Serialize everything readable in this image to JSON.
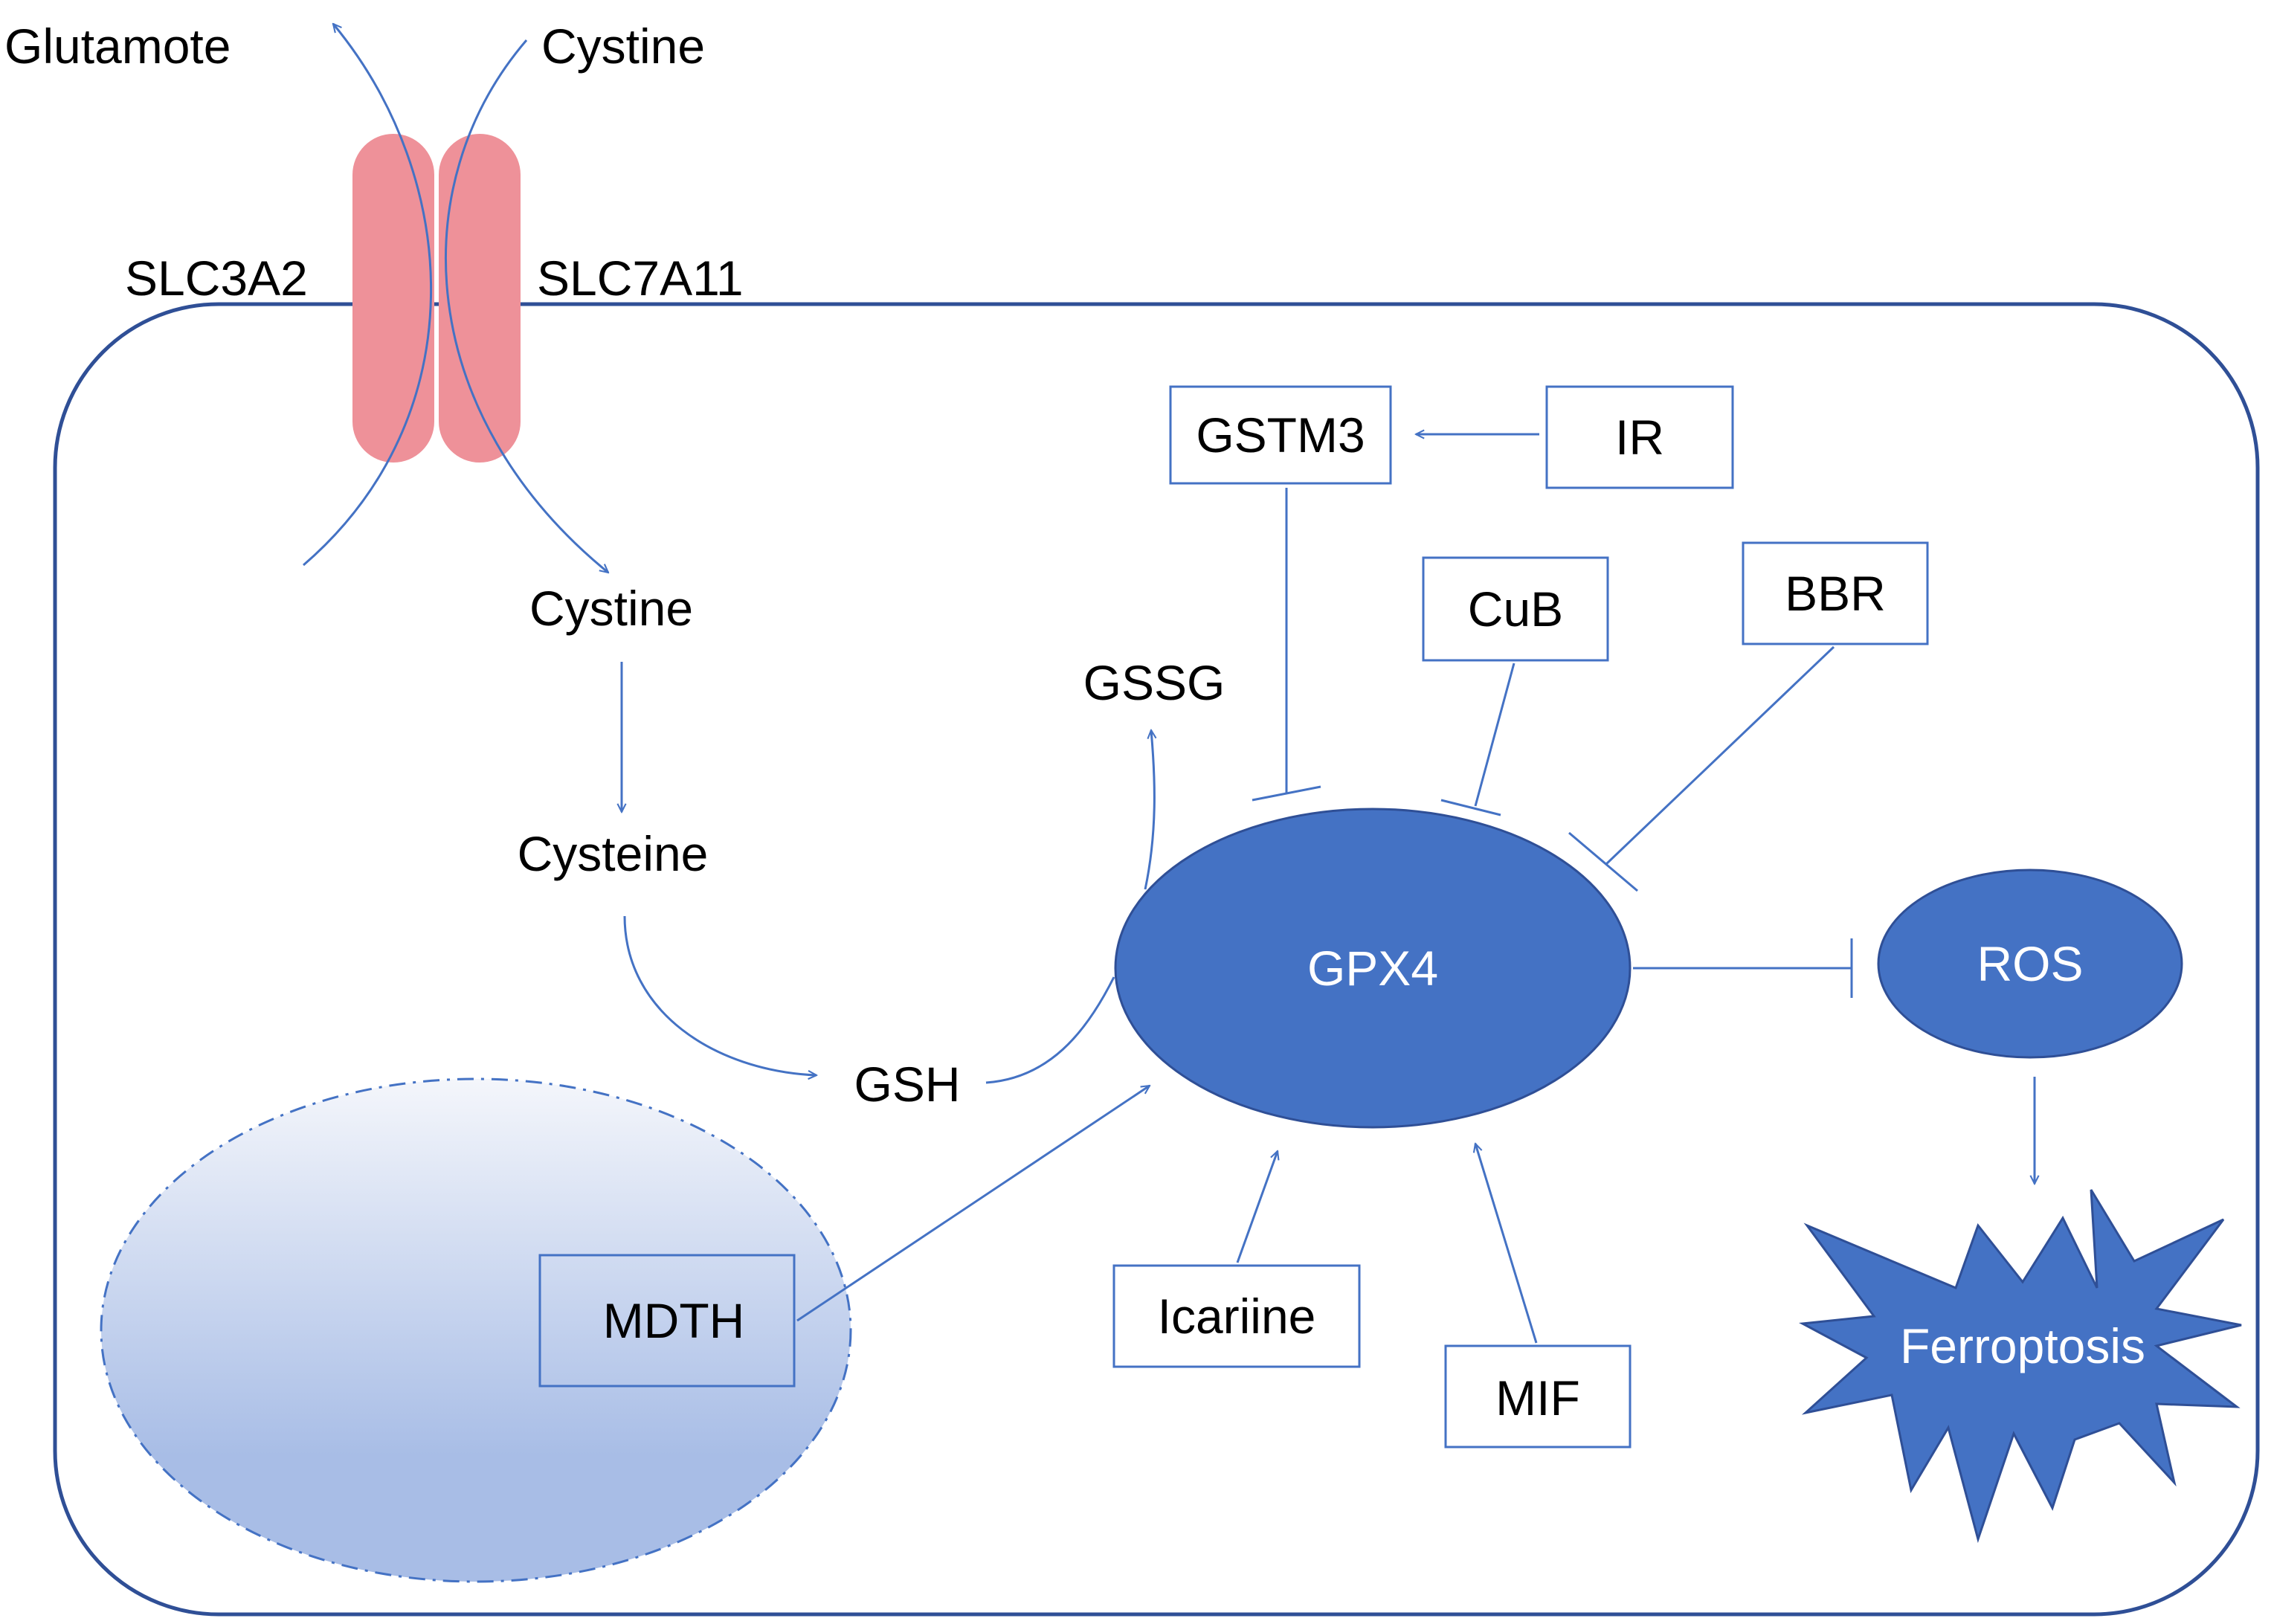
{
  "colors": {
    "accent": "#4472C4",
    "membrane": "#2F4F96",
    "transporter": "#EE9199",
    "nucleus_top": "#F4F6FB",
    "nucleus_bottom": "#A8BDE6",
    "node_text": "#FFFFFF",
    "text": "#000000"
  },
  "labels": {
    "glutamate": "Glutamote",
    "cystine_out": "Cystine",
    "slc3a2": "SLC3A2",
    "slc7a11": "SLC7A11",
    "cystine_in": "Cystine",
    "cysteine": "Cysteine",
    "gsh": "GSH",
    "gssg": "GSSG"
  },
  "nodes": {
    "gpx4": "GPX4",
    "ros": "ROS",
    "ferroptosis": "Ferroptosis"
  },
  "regulators": {
    "gstm3": "GSTM3",
    "ir": "IR",
    "cub": "CuB",
    "bbr": "BBR",
    "icariine": "Icariine",
    "mif": "MIF",
    "mdth": "MDTH"
  }
}
